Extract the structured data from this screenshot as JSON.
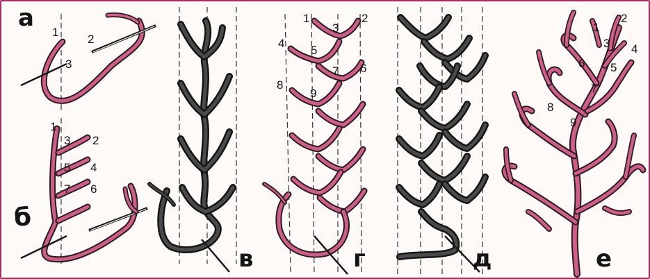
{
  "panels": {
    "a": {
      "label": "а",
      "numbers": [
        "1",
        "2",
        "3"
      ]
    },
    "b": {
      "label": "б",
      "numbers": [
        "1",
        "2",
        "3",
        "4",
        "5",
        "6",
        "7"
      ]
    },
    "v": {
      "label": "в"
    },
    "g": {
      "label": "г",
      "numbers": [
        "1",
        "2",
        "3",
        "4",
        "5",
        "6",
        "7",
        "8",
        "9"
      ]
    },
    "d": {
      "label": "д"
    },
    "e": {
      "label": "е",
      "numbers": [
        "1",
        "2",
        "3",
        "4",
        "5",
        "6",
        "7",
        "8",
        "9"
      ]
    }
  },
  "colors": {
    "border": "#b0285d",
    "thread_pink": "#cf5d89",
    "thread_dark": "#4a4a4a",
    "guide": "#333333"
  }
}
